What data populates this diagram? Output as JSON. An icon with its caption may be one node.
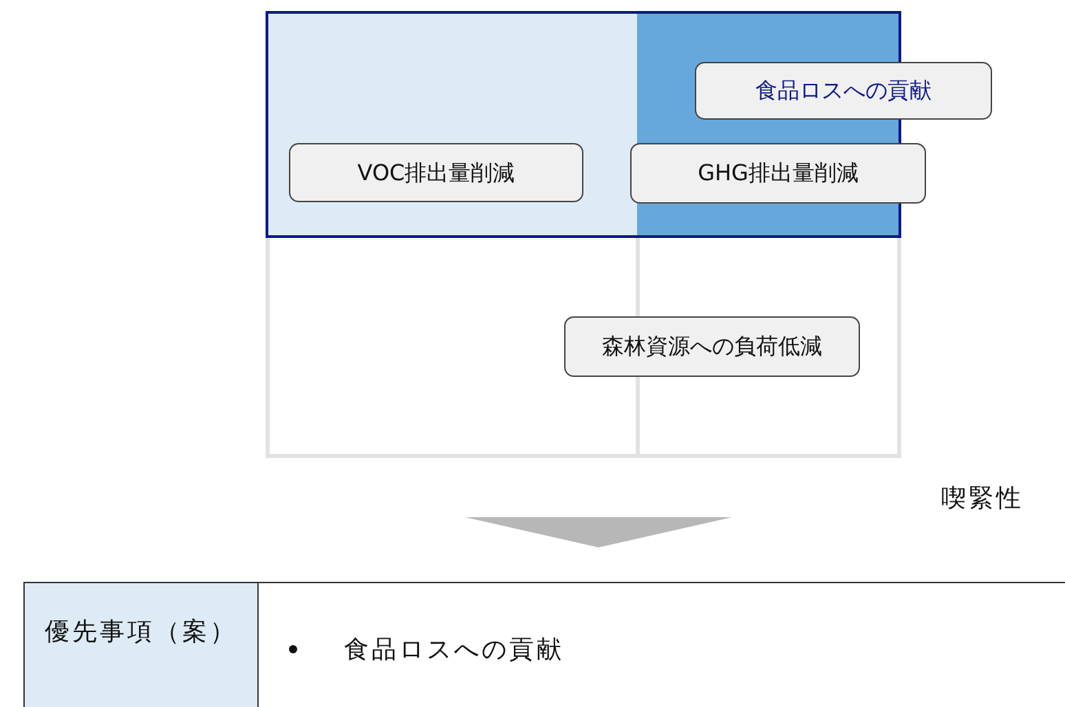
{
  "diagram": {
    "nodes": [
      {
        "text": [
          "食品ロスへの貢献"
        ]
      },
      {
        "text": [
          "VOC排出量削減"
        ]
      },
      {
        "text": [
          "GHG排出量削減"
        ]
      },
      {
        "text": [
          "森林資源への負荷低減"
        ]
      }
    ],
    "labels": [
      "喫緊性",
      "優先事項（案）",
      "食品ロスへの貢献"
    ]
  }
}
